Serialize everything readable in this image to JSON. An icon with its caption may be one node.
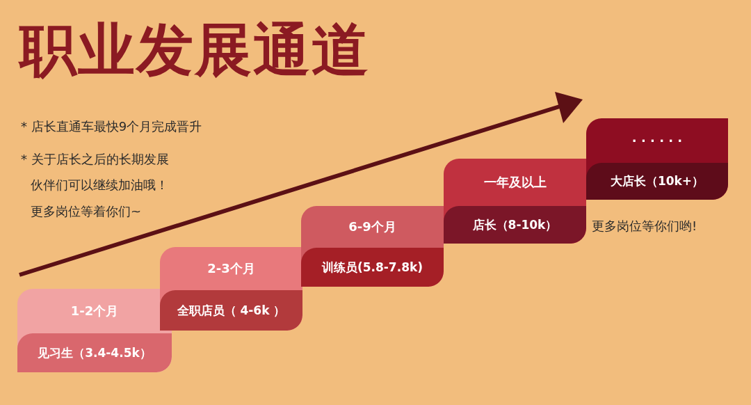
{
  "diagram": {
    "title": "职业发展通道",
    "nodes": [
      {
        "text": [
          "1-2个月",
          "见习生（3.4-4.5k）"
        ]
      },
      {
        "text": [
          "2-3个月",
          "全职店员（ 4-6k ）"
        ]
      },
      {
        "text": [
          "6-9个月",
          "训练员(5.8-7.8k)"
        ]
      },
      {
        "text": [
          "一年及以上",
          "店长（8-10k）"
        ]
      },
      {
        "text": [
          "· · · · · ·",
          "大店长（10k+）"
        ]
      }
    ],
    "labels": [
      "* 店长直通车最快9个月完成晋升",
      "* 关于店长之后的长期发展",
      "伙伴们可以继续加油哦！",
      "更多岗位等着你们~",
      "更多岗位等你们哟!"
    ]
  }
}
